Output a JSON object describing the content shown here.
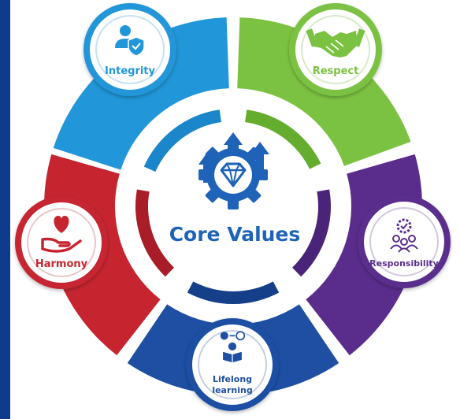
{
  "diagram": {
    "center_label": "Core Values",
    "center_icon": "gear-diamond-growth-icon",
    "values": [
      {
        "id": "integrity",
        "label": "Integrity",
        "icon": "user-shield-icon",
        "color": "#2196d8",
        "ring_color": "#1b86c9"
      },
      {
        "id": "respect",
        "label": "Respect",
        "icon": "handshake-icon",
        "color": "#7cc242",
        "ring_color": "#64ad2f"
      },
      {
        "id": "responsibility",
        "label": "Responsibility",
        "icon": "team-gear-icon",
        "color": "#5a2d8c",
        "ring_color": "#4a2478"
      },
      {
        "id": "lifelong-learning",
        "label_lines": [
          "Lifelong",
          "learning"
        ],
        "icon": "learner-book-icon",
        "color": "#1e4fa3",
        "ring_color": "#163f8a"
      },
      {
        "id": "harmony",
        "label": "Harmony",
        "icon": "heart-hand-icon",
        "color": "#c62530",
        "ring_color": "#a81d27"
      }
    ]
  },
  "colors": {
    "left_bar": "#0d3c8c",
    "center_text": "#1e63b8",
    "background": "#ffffff"
  }
}
